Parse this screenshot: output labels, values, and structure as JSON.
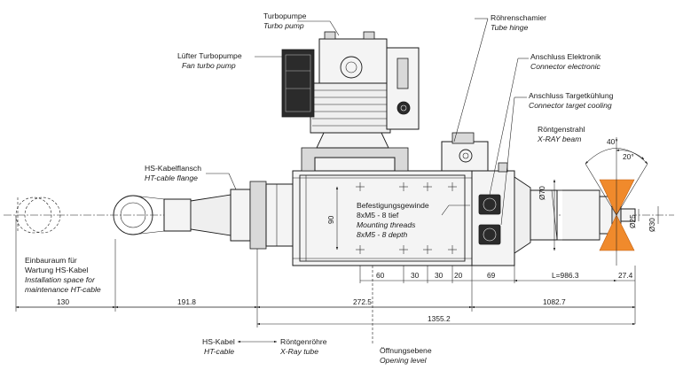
{
  "labels": {
    "turbo_pump": {
      "de": "Turbopumpe",
      "en": "Turbo pump"
    },
    "fan_turbo_pump": {
      "de": "Lüfter Turbopumpe",
      "en": "Fan turbo pump"
    },
    "tube_hinge": {
      "de": "Röhrenschamier",
      "en": "Tube hinge"
    },
    "connector_electronic": {
      "de": "Anschluss Elektronik",
      "en": "Connector electronic"
    },
    "connector_target_cooling": {
      "de": "Anschluss Targetkühlung",
      "en": "Connector target cooling"
    },
    "xray_beam": {
      "de": "Röntgenstrahl",
      "en": "X-RAY beam"
    },
    "ht_cable_flange": {
      "de": "HS-Kabelflansch",
      "en": "HT-cable flange"
    },
    "mounting_threads": {
      "de1": "Befestigungsgewinde",
      "de2": "8xM5 - 8 tief",
      "en1": "Mounting threads",
      "en2": "8xM5 - 8 depth"
    },
    "installation_space": {
      "de1": "Einbauraum für",
      "de2": "Wartung HS-Kabel",
      "en1": "Installation space for",
      "en2": "maintenance HT-cable"
    },
    "ht_cable": {
      "de": "HS-Kabel",
      "en": "HT-cable"
    },
    "xray_tube": {
      "de": "Röntgenröhre",
      "en": "X-Ray tube"
    },
    "opening_level": {
      "de": "Öffnungsebene",
      "en": "Opening level"
    }
  },
  "dimensions": {
    "angle_40": "40°",
    "angle_20": "20°",
    "dia_70": "Ø70",
    "dia_25": "Ø25",
    "dia_30": "Ø30",
    "height_90": "90",
    "d60": "60",
    "d30a": "30",
    "d30b": "30",
    "d20": "20",
    "d69": "69",
    "l_986": "L=986.3",
    "d27": "27.4",
    "d130": "130",
    "d191": "191.8",
    "d272": "272.5",
    "d1082": "1082.7",
    "d1355": "1355.2"
  },
  "colors": {
    "beam": "#f08a2c",
    "line": "#1a1a1a"
  }
}
